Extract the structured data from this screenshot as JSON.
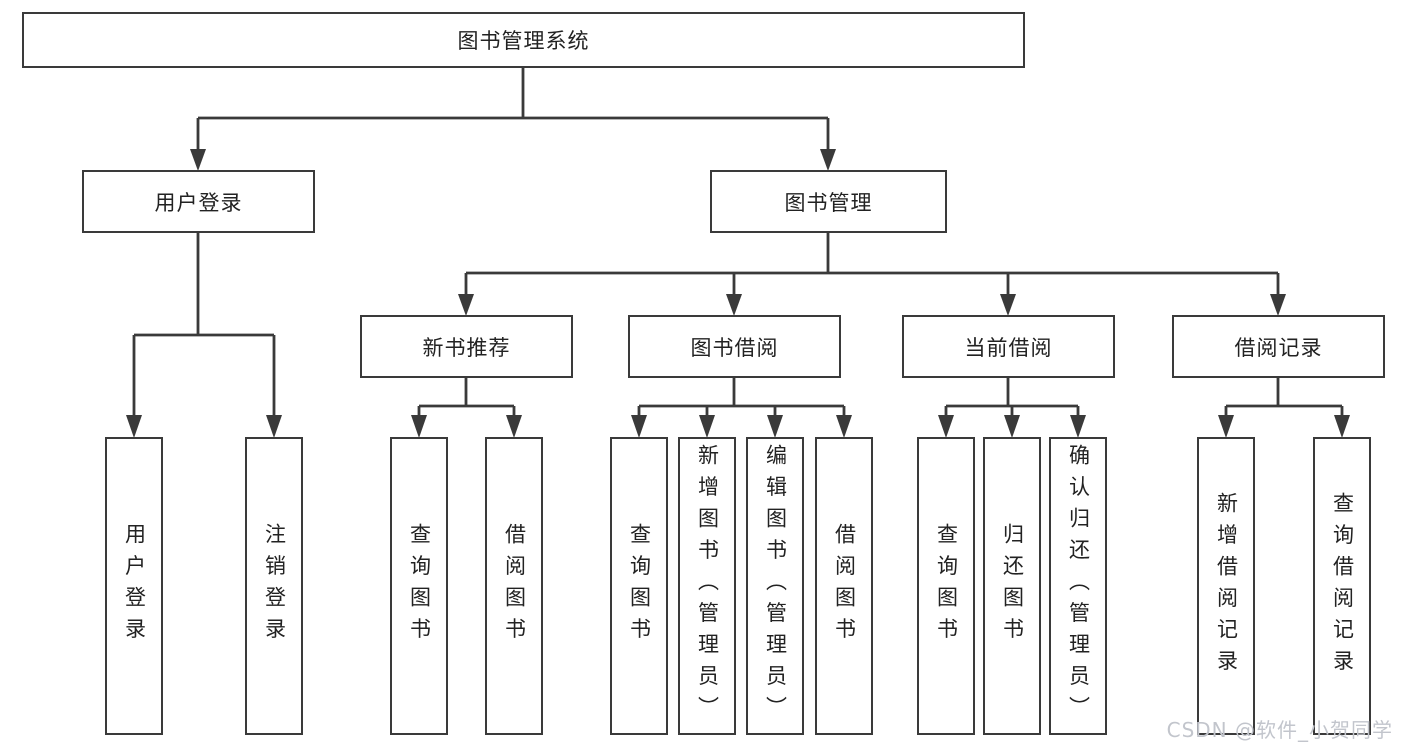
{
  "diagram": {
    "root_label": "图书管理系统",
    "modules": [
      {
        "label": "用户登录",
        "children": [
          "用户登录",
          "注销登录"
        ]
      },
      {
        "label": "图书管理",
        "submodules": [
          {
            "label": "新书推荐",
            "children": [
              "查询图书",
              "借阅图书"
            ]
          },
          {
            "label": "图书借阅",
            "children": [
              "查询图书",
              "新增图书（管理员）",
              "编辑图书（管理员）",
              "借阅图书"
            ]
          },
          {
            "label": "当前借阅",
            "children": [
              "查询图书",
              "归还图书",
              "确认归还（管理员）"
            ]
          },
          {
            "label": "借阅记录",
            "children": [
              "新增借阅记录",
              "查询借阅记录"
            ]
          }
        ]
      }
    ]
  },
  "watermark": {
    "text": "CSDN @软件_小贺同学",
    "color": "#c2c5cc"
  },
  "colors": {
    "background": "#ffffff",
    "line": "#3a3a3a",
    "box_border": "#3a3a3a",
    "text": "#222222"
  },
  "icons": {
    "arrow": "arrowhead-down-icon"
  }
}
